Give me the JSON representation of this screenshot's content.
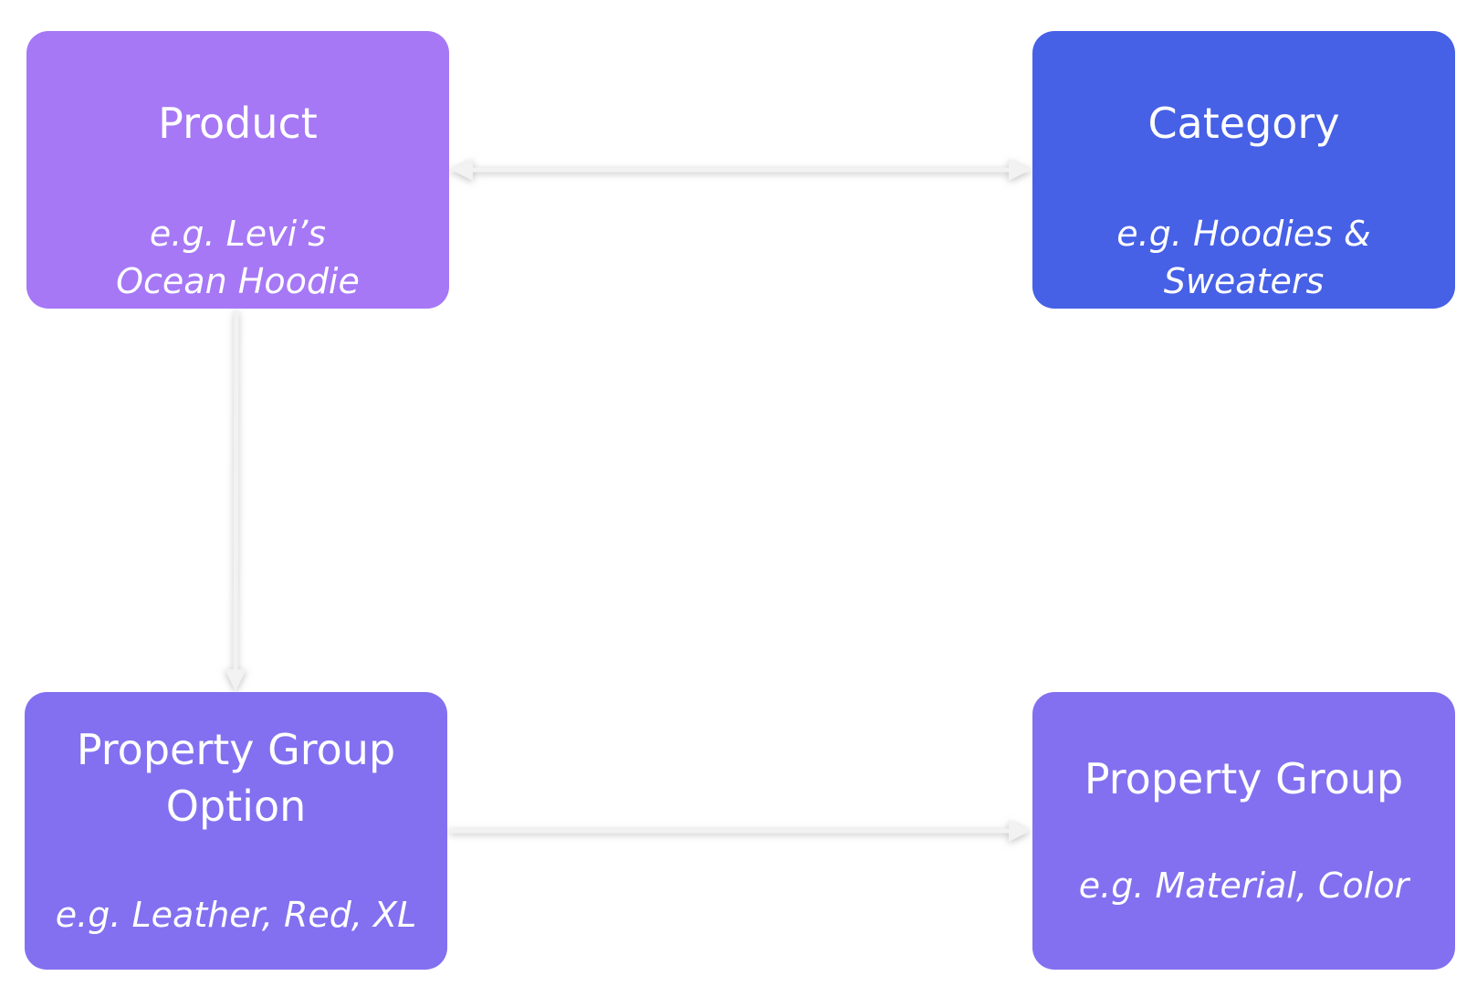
{
  "nodes": {
    "product": {
      "title": "Product",
      "example": "e.g. Levi’s Ocean Hoodie",
      "color": "#a678f5"
    },
    "category": {
      "title": "Category",
      "example": "e.g. Hoodies & Sweaters",
      "color": "#4660e6"
    },
    "property_group_option": {
      "title": "Property Group Option",
      "example": "e.g. Leather, Red, XL",
      "color": "#8270f0"
    },
    "property_group": {
      "title": "Property Group",
      "example": "e.g. Material, Color",
      "color": "#8270f0"
    }
  },
  "edges": [
    {
      "from": "product",
      "to": "category",
      "direction": "both"
    },
    {
      "from": "product",
      "to": "property_group_option",
      "direction": "forward"
    },
    {
      "from": "property_group_option",
      "to": "property_group",
      "direction": "forward"
    }
  ],
  "colors": {
    "edge": "#f2f2f2",
    "edge_shadow": "#c8c8c8",
    "background": "#ffffff"
  }
}
